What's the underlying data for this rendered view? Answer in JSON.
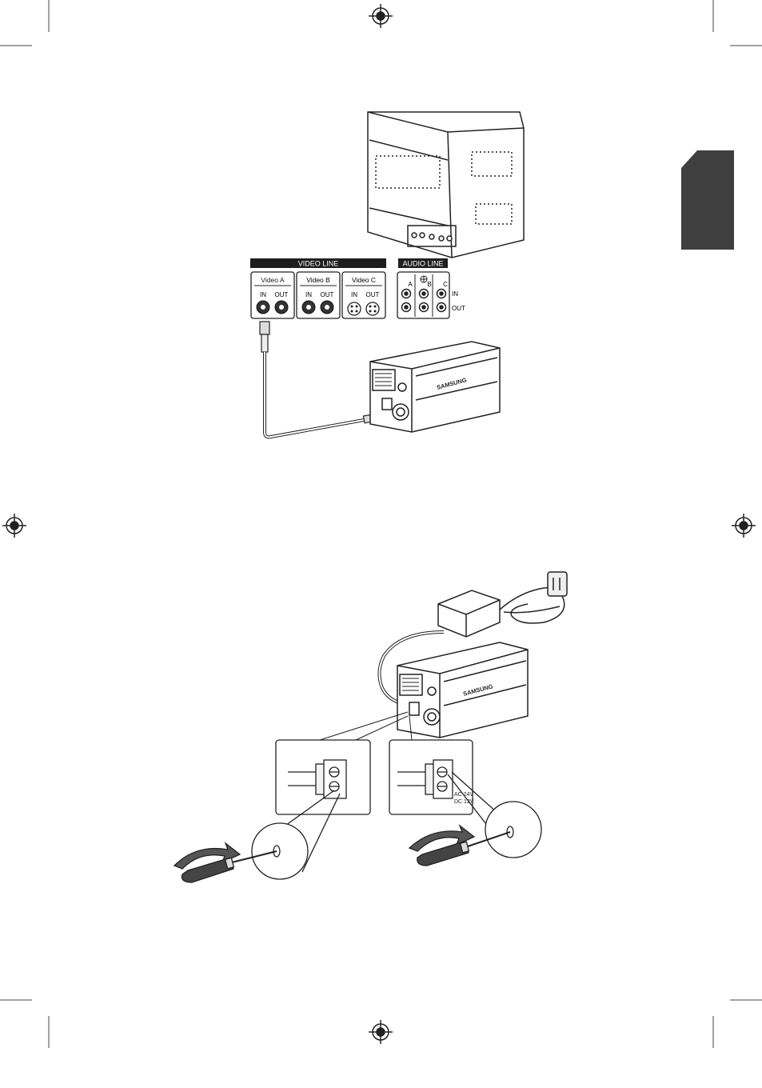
{
  "video_line": {
    "header": "VIDEO LINE",
    "groups": [
      {
        "name": "Video A",
        "in": "IN",
        "out": "OUT"
      },
      {
        "name": "Video B",
        "in": "IN",
        "out": "OUT"
      },
      {
        "name": "Video C",
        "in": "IN",
        "out": "OUT"
      }
    ]
  },
  "audio_line": {
    "header": "AUDIO LINE",
    "channels": [
      "A",
      "B",
      "C"
    ],
    "row_in": "IN",
    "row_out": "OUT"
  },
  "camera": {
    "brand": "SAMSUNG"
  },
  "power": {
    "line1": "AC 24V",
    "line2": "DC 12V"
  },
  "colors": {
    "tab": "#3f3f3f",
    "ink": "#222222",
    "header_bg": "#1e1e1e"
  }
}
